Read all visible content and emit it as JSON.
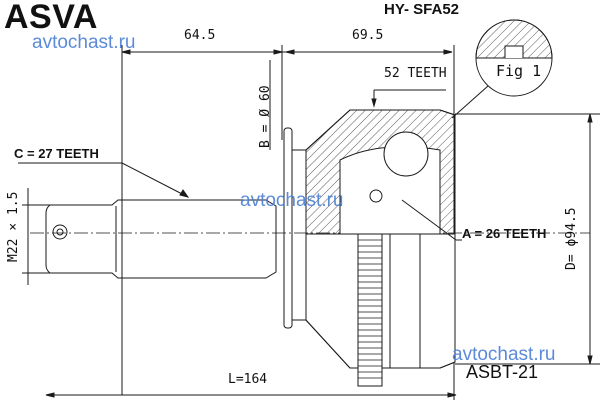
{
  "header": {
    "brand": "ASVA",
    "part_number": "HY- SFA52"
  },
  "watermarks": {
    "top_left": "avtochast.ru",
    "center": "avtochast.ru",
    "bottom_right": "avtochast.ru"
  },
  "dimensions": {
    "left_length": "64.5",
    "right_length": "69.5",
    "total_length": "L=164",
    "thread": "M22 × 1.5",
    "diameter_b": "B = Ø 60",
    "diameter_d": "D= ϕ94.5"
  },
  "callouts": {
    "c_teeth": "C = 27 TEETH",
    "a_teeth": "A = 26 TEETH",
    "abs_teeth": "52 TEETH",
    "fig": "Fig 1"
  },
  "footer": {
    "code": "ASBT-21"
  },
  "colors": {
    "line": "#1a1a1a",
    "watermark": "#4a7fd4"
  }
}
